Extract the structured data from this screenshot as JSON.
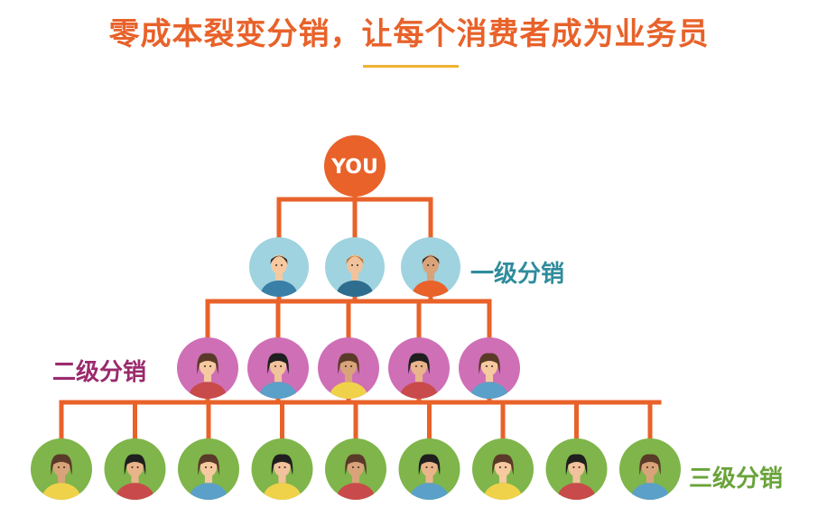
{
  "title": "零成本裂变分销，让每个消费者成为业务员",
  "root": {
    "label": "YOU"
  },
  "levels": [
    {
      "label": "一级分销",
      "count": 3,
      "color": "#9fd3df"
    },
    {
      "label": "二级分销",
      "count": 5,
      "color": "#cf6fb6"
    },
    {
      "label": "三级分销",
      "count": 9,
      "color": "#7fb54a"
    }
  ],
  "colors": {
    "accent": "#e8622a",
    "title": "#e8622a",
    "underline": "#f2b233",
    "level1_text": "#2f8c9c",
    "level2_text": "#9b2a6e",
    "level3_text": "#6aa33a"
  }
}
